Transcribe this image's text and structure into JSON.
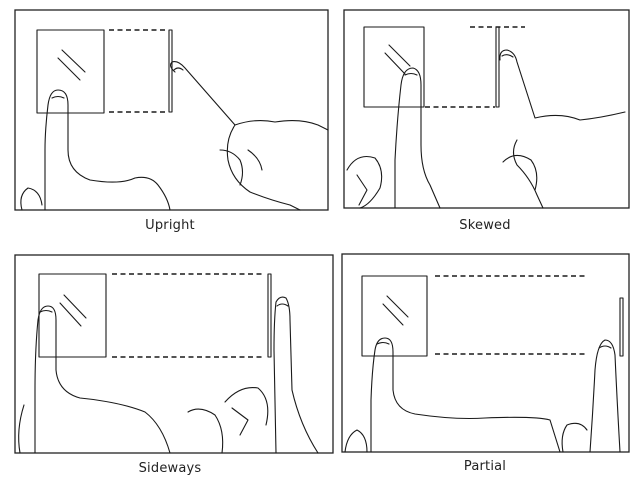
{
  "panels": [
    {
      "id": "upright",
      "caption": "Upright"
    },
    {
      "id": "skewed",
      "caption": "Skewed"
    },
    {
      "id": "sideways",
      "caption": "Sideways"
    },
    {
      "id": "partial",
      "caption": "Partial"
    }
  ],
  "colors": {
    "line": "#1a1a1a",
    "background": "#ffffff"
  },
  "icons": [
    "window-icon",
    "pointing-finger-icon",
    "device-edge-icon"
  ]
}
